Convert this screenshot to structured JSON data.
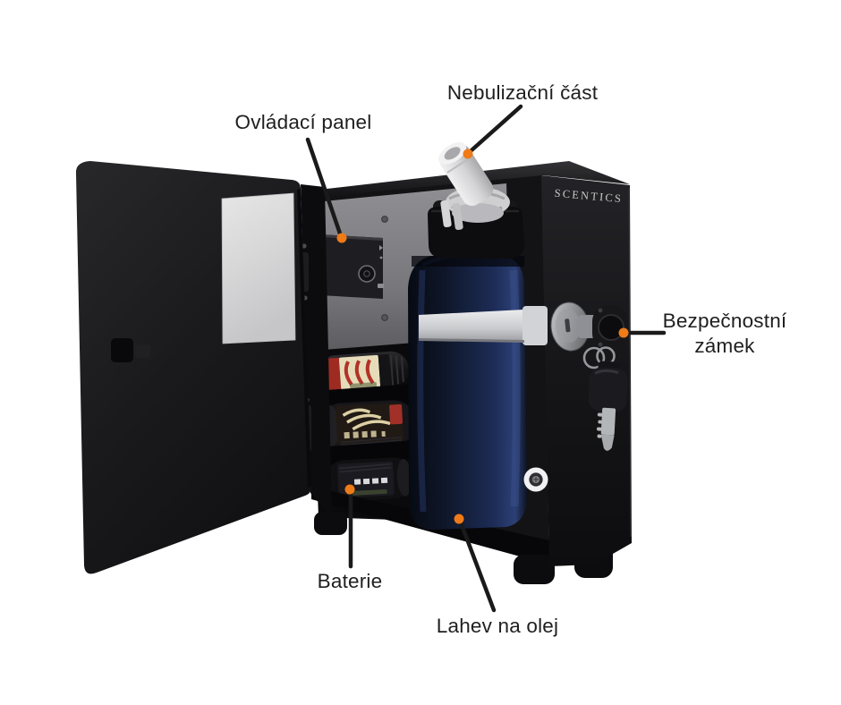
{
  "diagram": {
    "brand": "SCENTICS",
    "accent_color": "#EE7A18",
    "line_color": "#1A1A1A",
    "callouts": [
      {
        "id": "nebulizer",
        "label": "Nebulizační část"
      },
      {
        "id": "control-panel",
        "label": "Ovládací panel"
      },
      {
        "id": "security-lock",
        "label": "Bezpečnostní zámek"
      },
      {
        "id": "batteries",
        "label": "Baterie"
      },
      {
        "id": "oil-bottle",
        "label": "Lahev na olej"
      }
    ]
  }
}
